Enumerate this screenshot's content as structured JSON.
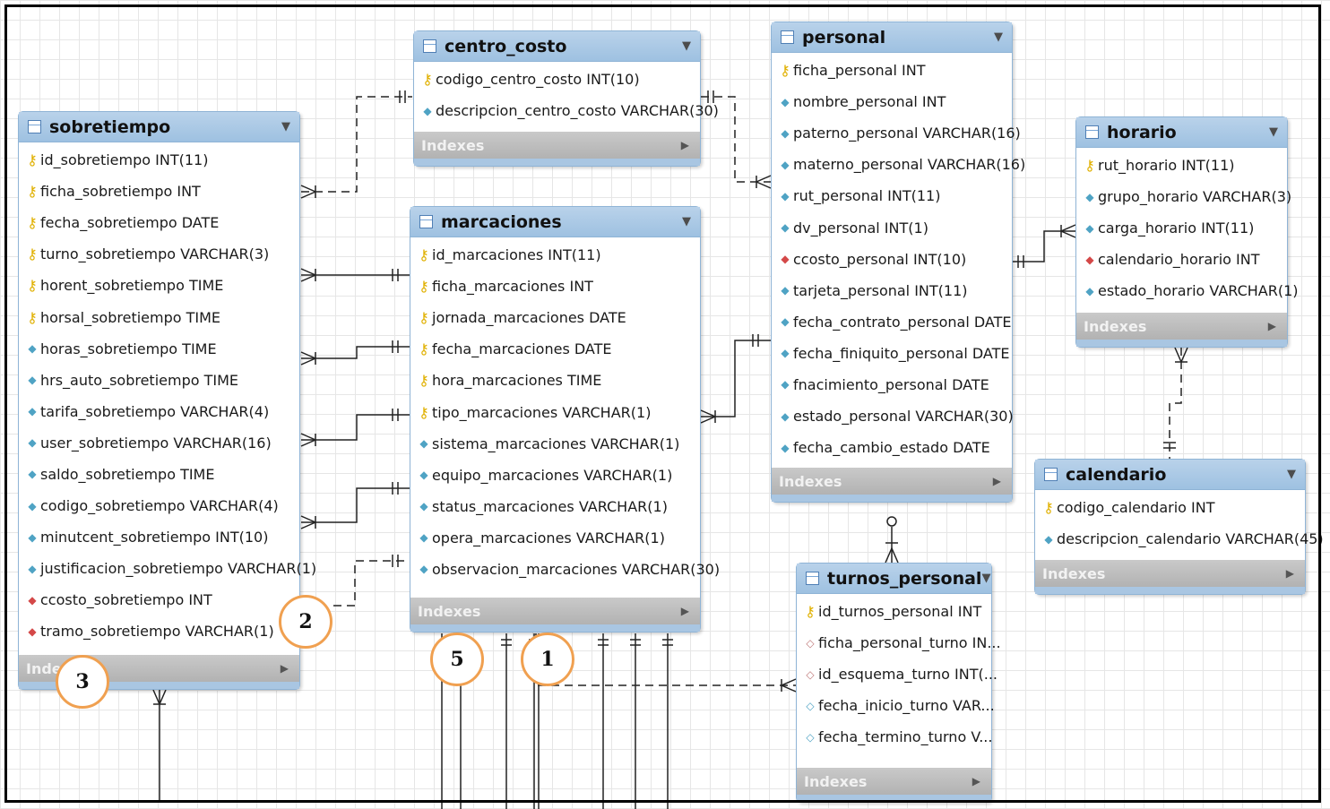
{
  "tables": {
    "sobretiempo": {
      "name": "sobretiempo",
      "indexes_label": "Indexes",
      "columns": [
        {
          "icon": "key-icon",
          "text": "id_sobretiempo INT(11)"
        },
        {
          "icon": "key-icon",
          "text": "ficha_sobretiempo INT"
        },
        {
          "icon": "key-icon",
          "text": "fecha_sobretiempo DATE"
        },
        {
          "icon": "key-icon",
          "text": "turno_sobretiempo VARCHAR(3)"
        },
        {
          "icon": "key-icon",
          "text": "horent_sobretiempo TIME"
        },
        {
          "icon": "key-icon",
          "text": "horsal_sobretiempo TIME"
        },
        {
          "icon": "column-icon",
          "text": "horas_sobretiempo TIME"
        },
        {
          "icon": "column-icon",
          "text": "hrs_auto_sobretiempo TIME"
        },
        {
          "icon": "column-icon",
          "text": "tarifa_sobretiempo VARCHAR(4)"
        },
        {
          "icon": "column-icon",
          "text": "user_sobretiempo VARCHAR(16)"
        },
        {
          "icon": "column-icon",
          "text": "saldo_sobretiempo TIME"
        },
        {
          "icon": "column-icon",
          "text": "codigo_sobretiempo VARCHAR(4)"
        },
        {
          "icon": "column-icon",
          "text": "minutcent_sobretiempo INT(10)"
        },
        {
          "icon": "column-icon",
          "text": "justificacion_sobretiempo VARCHAR(1)"
        },
        {
          "icon": "foreign-key-icon",
          "text": "ccosto_sobretiempo INT"
        },
        {
          "icon": "foreign-key-icon",
          "text": "tramo_sobretiempo VARCHAR(1)"
        }
      ]
    },
    "centro_costo": {
      "name": "centro_costo",
      "indexes_label": "Indexes",
      "columns": [
        {
          "icon": "key-icon",
          "text": "codigo_centro_costo INT(10)"
        },
        {
          "icon": "column-icon",
          "text": "descripcion_centro_costo VARCHAR(30)"
        }
      ]
    },
    "marcaciones": {
      "name": "marcaciones",
      "indexes_label": "Indexes",
      "columns": [
        {
          "icon": "key-icon",
          "text": "id_marcaciones INT(11)"
        },
        {
          "icon": "key-icon",
          "text": "ficha_marcaciones INT"
        },
        {
          "icon": "key-icon",
          "text": "jornada_marcaciones DATE"
        },
        {
          "icon": "key-icon",
          "text": "fecha_marcaciones DATE"
        },
        {
          "icon": "key-icon",
          "text": "hora_marcaciones TIME"
        },
        {
          "icon": "key-icon",
          "text": "tipo_marcaciones VARCHAR(1)"
        },
        {
          "icon": "column-icon",
          "text": "sistema_marcaciones VARCHAR(1)"
        },
        {
          "icon": "column-icon",
          "text": "equipo_marcaciones VARCHAR(1)"
        },
        {
          "icon": "column-icon",
          "text": "status_marcaciones VARCHAR(1)"
        },
        {
          "icon": "column-icon",
          "text": "opera_marcaciones VARCHAR(1)"
        },
        {
          "icon": "column-icon",
          "text": "observacion_marcaciones VARCHAR(30)"
        }
      ]
    },
    "personal": {
      "name": "personal",
      "indexes_label": "Indexes",
      "columns": [
        {
          "icon": "key-icon",
          "text": "ficha_personal INT"
        },
        {
          "icon": "column-icon",
          "text": "nombre_personal INT"
        },
        {
          "icon": "column-icon",
          "text": "paterno_personal VARCHAR(16)"
        },
        {
          "icon": "column-icon",
          "text": "materno_personal VARCHAR(16)"
        },
        {
          "icon": "column-icon",
          "text": "rut_personal INT(11)"
        },
        {
          "icon": "column-icon",
          "text": "dv_personal INT(1)"
        },
        {
          "icon": "foreign-key-icon",
          "text": "ccosto_personal INT(10)"
        },
        {
          "icon": "column-icon",
          "text": "tarjeta_personal INT(11)"
        },
        {
          "icon": "column-icon",
          "text": "fecha_contrato_personal DATE"
        },
        {
          "icon": "column-icon",
          "text": "fecha_finiquito_personal DATE"
        },
        {
          "icon": "column-icon",
          "text": "fnacimiento_personal DATE"
        },
        {
          "icon": "column-icon",
          "text": "estado_personal VARCHAR(30)"
        },
        {
          "icon": "column-icon",
          "text": "fecha_cambio_estado DATE"
        }
      ]
    },
    "horario": {
      "name": "horario",
      "indexes_label": "Indexes",
      "columns": [
        {
          "icon": "key-icon",
          "text": "rut_horario INT(11)"
        },
        {
          "icon": "column-icon",
          "text": "grupo_horario VARCHAR(3)"
        },
        {
          "icon": "column-icon",
          "text": "carga_horario INT(11)"
        },
        {
          "icon": "foreign-key-icon",
          "text": "calendario_horario INT"
        },
        {
          "icon": "column-icon",
          "text": "estado_horario VARCHAR(1)"
        }
      ]
    },
    "calendario": {
      "name": "calendario",
      "indexes_label": "Indexes",
      "columns": [
        {
          "icon": "key-icon",
          "text": "codigo_calendario INT"
        },
        {
          "icon": "column-icon",
          "text": "descripcion_calendario VARCHAR(45)"
        }
      ]
    },
    "turnos_personal": {
      "name": "turnos_personal",
      "indexes_label": "Indexes",
      "columns": [
        {
          "icon": "key-icon",
          "text": "id_turnos_personal INT"
        },
        {
          "icon": "nullable-fk-icon",
          "text": "ficha_personal_turno IN..."
        },
        {
          "icon": "nullable-fk-icon",
          "text": "id_esquema_turno INT(..."
        },
        {
          "icon": "nullable-column-icon",
          "text": "fecha_inicio_turno VAR..."
        },
        {
          "icon": "nullable-column-icon",
          "text": "fecha_termino_turno V..."
        }
      ]
    }
  },
  "markers": {
    "m1": "1",
    "m2": "2",
    "m3": "3",
    "m5": "5"
  },
  "colors": {
    "header": "#9ec1e1",
    "indexes_bar": "#b2b2b2",
    "key": "#e0b000",
    "column": "#4fa3c4",
    "foreign_key": "#d44848",
    "marker_ring": "#f0a050"
  }
}
